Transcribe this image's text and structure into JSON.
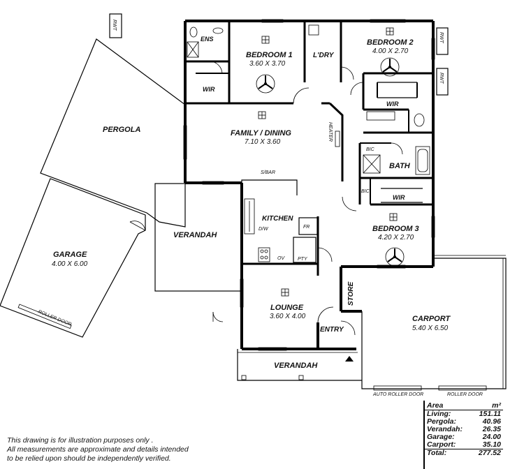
{
  "rooms": {
    "pergola": {
      "label": "PERGOLA"
    },
    "garage": {
      "label": "GARAGE",
      "dims": "4.00 X 6.00"
    },
    "roller_door_garage": "ROLLER DOOR",
    "verandah_left": {
      "label": "VERANDAH"
    },
    "ens": {
      "label": "ENS"
    },
    "bedroom1": {
      "label": "BEDROOM 1",
      "dims": "3.60 X 3.70"
    },
    "wir1": {
      "label": "WIR"
    },
    "laundry": {
      "label": "L'DRY"
    },
    "bedroom2": {
      "label": "BEDROOM 2",
      "dims": "4.00 X 2.70"
    },
    "wir2": {
      "label": "WIR"
    },
    "family_dining": {
      "label": "FAMILY / DINING",
      "dims": "7.10 X 3.60"
    },
    "heater": "HEATER",
    "sbar": "S/BAR",
    "kitchen": {
      "label": "KITCHEN"
    },
    "dw": "D/W",
    "fr": "FR",
    "ov": "OV",
    "pty": "PTY",
    "bic1": "BIC",
    "bic2": "BIC",
    "bath": {
      "label": "BATH"
    },
    "wir3": {
      "label": "WIR"
    },
    "bedroom3": {
      "label": "BEDROOM 3",
      "dims": "4.20 X 2.70"
    },
    "store": {
      "label": "STORE"
    },
    "lounge": {
      "label": "LOUNGE",
      "dims": "3.60 X 4.00"
    },
    "entry": {
      "label": "ENTRY"
    },
    "verandah_front": {
      "label": "VERANDAH"
    },
    "carport": {
      "label": "CARPORT",
      "dims": "5.40 X 6.50"
    },
    "auto_roller_door": "AUTO ROLLER DOOR",
    "roller_door_carport": "ROLLER DOOR",
    "rwt": "RWT"
  },
  "area_table": {
    "header": {
      "label": "Area",
      "unit": "m²"
    },
    "rows": [
      {
        "label": "Living:",
        "value": "151.11"
      },
      {
        "label": "Pergola:",
        "value": "40.96"
      },
      {
        "label": "Verandah:",
        "value": "26.35"
      },
      {
        "label": "Garage:",
        "value": "24.00"
      },
      {
        "label": "Carport:",
        "value": "35.10"
      }
    ],
    "total": {
      "label": "Total:",
      "value": "277.52"
    }
  },
  "disclaimer": {
    "line1": "This drawing is for illustration purposes only .",
    "line2": "All measurements are approximate and details intended",
    "line3": "to be relied upon should be independently verified."
  }
}
